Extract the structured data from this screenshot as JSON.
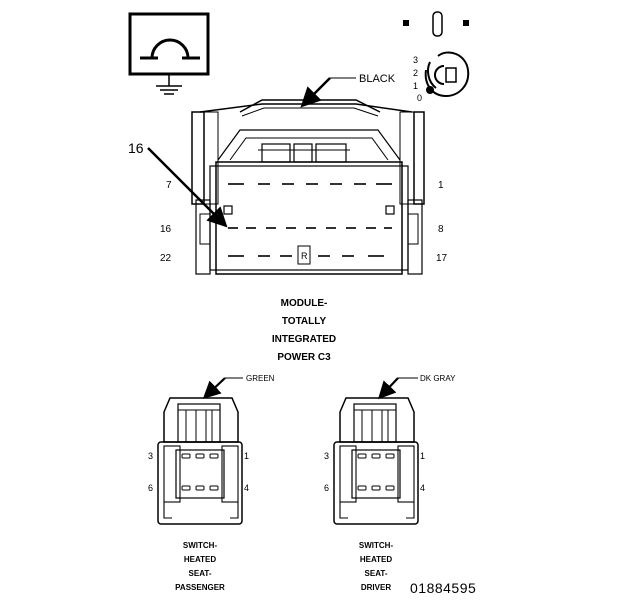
{
  "symbol": {
    "icon": "ohm-ground-symbol"
  },
  "key_switch": {
    "positions": [
      "3",
      "2",
      "1",
      "0"
    ]
  },
  "main_connector": {
    "color_label": "BLACK",
    "callout": "16",
    "pins_left": [
      "7",
      "16",
      "22"
    ],
    "pins_right": [
      "1",
      "8",
      "17"
    ],
    "title_lines": [
      "MODULE-",
      "TOTALLY",
      "INTEGRATED",
      "POWER C3"
    ]
  },
  "connector_left": {
    "color_label": "GREEN",
    "pins_left": [
      "3",
      "6"
    ],
    "pins_right": [
      "1",
      "4"
    ],
    "caption_lines": [
      "SWITCH-",
      "HEATED",
      "SEAT-",
      "PASSENGER"
    ]
  },
  "connector_right": {
    "color_label": "DK GRAY",
    "pins_left": [
      "3",
      "6"
    ],
    "pins_right": [
      "1",
      "4"
    ],
    "caption_lines": [
      "SWITCH-",
      "HEATED",
      "SEAT-",
      "DRIVER"
    ]
  },
  "figure_id": "01884595"
}
